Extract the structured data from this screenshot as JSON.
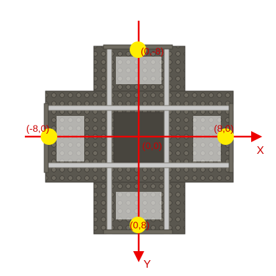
{
  "points": [
    {
      "id": "top",
      "label": "(0,-8)"
    },
    {
      "id": "left",
      "label": "(-8,0)"
    },
    {
      "id": "right",
      "label": "(8,0)"
    },
    {
      "id": "bottom",
      "label": "(0,8)"
    },
    {
      "id": "origin",
      "label": "(0,0)"
    }
  ],
  "axes": {
    "x_label": "X",
    "y_label": "Y"
  },
  "colors": {
    "axis": "#ee0000",
    "marker": "#ffee00",
    "label": "#cc0000",
    "plate": "#5a574f",
    "plate_dark": "#48453e",
    "stud": "#6e6a60",
    "rail": "#c9c9c9",
    "rail_shadow": "#7d7a72",
    "tie": "#3e3b35",
    "gap": "#ffffff"
  }
}
